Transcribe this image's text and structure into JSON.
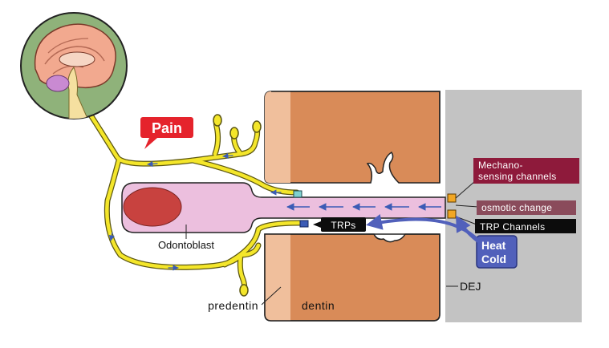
{
  "labels": {
    "pain": "Pain",
    "mechano_line1": "Mechano-",
    "mechano_line2": "sensing channels",
    "osmotic": "osmotic change",
    "trp_channels": "TRP Channels",
    "heat": "Heat",
    "cold": "Cold",
    "trps": "TRPs",
    "odontoblast": "Odontoblast",
    "predentin": "predentin",
    "dentin": "dentin",
    "dej": "DEJ"
  },
  "colors": {
    "enamel_gray": "#c3c3c3",
    "dentin_orange": "#d98b58",
    "predentin_peach": "#f0bf9c",
    "odontoblast_pink": "#ecbfde",
    "nucleus_red": "#c8423f",
    "nerve_yellow": "#f4e62a",
    "nerve_outline": "#5b5611",
    "arrow_blue": "#3b5bb5",
    "pain_red": "#e5232c",
    "mechano_maroon": "#8e1a3b",
    "osmotic_mauve": "#8a4b5b",
    "trp_black": "#0c0c0c",
    "heatcold_blue": "#5160bb",
    "brain_circle_green": "#8fb27a",
    "channel_orange": "#f1a623",
    "channel_teal": "#7fd1cf"
  },
  "icons": [
    "brain-icon"
  ]
}
